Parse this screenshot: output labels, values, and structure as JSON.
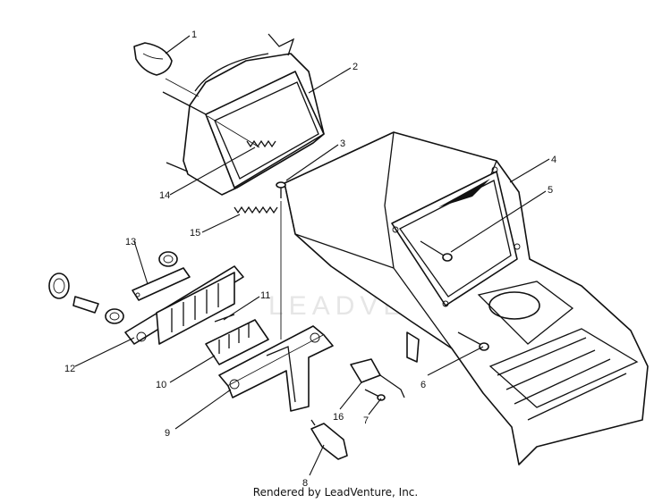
{
  "callouts": [
    {
      "id": "1",
      "text": "1"
    },
    {
      "id": "2",
      "text": "2"
    },
    {
      "id": "3",
      "text": "3"
    },
    {
      "id": "4",
      "text": "4"
    },
    {
      "id": "5",
      "text": "5"
    },
    {
      "id": "6",
      "text": "6"
    },
    {
      "id": "7",
      "text": "7"
    },
    {
      "id": "8",
      "text": "8"
    },
    {
      "id": "9",
      "text": "9"
    },
    {
      "id": "10",
      "text": "10"
    },
    {
      "id": "11",
      "text": "11"
    },
    {
      "id": "12",
      "text": "12"
    },
    {
      "id": "13",
      "text": "13"
    },
    {
      "id": "14",
      "text": "14"
    },
    {
      "id": "15",
      "text": "15"
    },
    {
      "id": "16",
      "text": "16"
    }
  ],
  "watermark": "LEADVENTURE",
  "credit": "Rendered by LeadVenture, Inc."
}
